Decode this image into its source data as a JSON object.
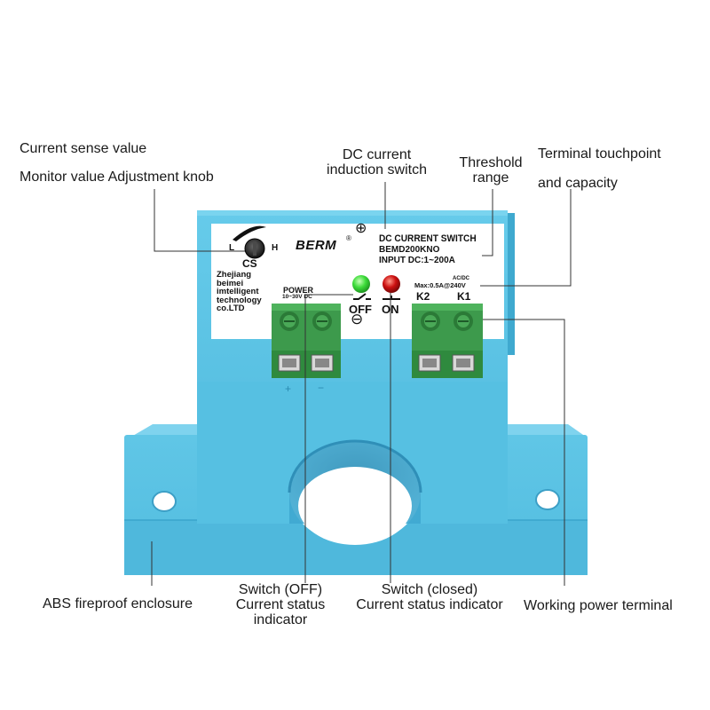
{
  "annotations": {
    "sense_value": "Current sense value",
    "adjust_knob": "Monitor value Adjustment knob",
    "dc_switch_line1": "DC current",
    "dc_switch_line2": "induction switch",
    "threshold_line1": "Threshold",
    "threshold_line2": "range",
    "terminal_line1": "Terminal touchpoint",
    "terminal_line2": "and capacity",
    "enclosure": "ABS fireproof enclosure",
    "switch_off_line1": "Switch (OFF)",
    "switch_off_line2": "Current status",
    "switch_off_line3": "indicator",
    "switch_closed_line1": "Switch (closed)",
    "switch_closed_line2": "Current status indicator",
    "power_terminal": "Working power terminal"
  },
  "device": {
    "brand": "BERM",
    "brand_mark": "®",
    "title": "DC CURRENT SWITCH",
    "model": "BEMD200KNO",
    "input": "INPUT DC:1~200A",
    "knob_low": "L",
    "knob_high": "H",
    "knob_name": "CS",
    "maker_line1": "Zhejiang",
    "maker_line2": "beimei",
    "maker_line3": "imtelligent",
    "maker_line4": "technology",
    "maker_line5": "co.LTD",
    "power_label": "POWER",
    "power_range": "10~30V DC",
    "off_label": "OFF",
    "on_label": "ON",
    "acdc_label": "AC/DC",
    "rating_label": "Max:0.5A@240V",
    "k2_label": "K2",
    "k1_label": "K1",
    "plus_mark": "+",
    "minus_mark": "−",
    "plus_symbol": "⊕",
    "minus_symbol": "⊖"
  },
  "colors": {
    "housing": "#5bc3e3",
    "housing_dark": "#3aa6cc",
    "terminal_green": "#3d9a4c",
    "led_green": "#3ddc3a",
    "led_red": "#cc1010",
    "leader_line": "#333333"
  }
}
